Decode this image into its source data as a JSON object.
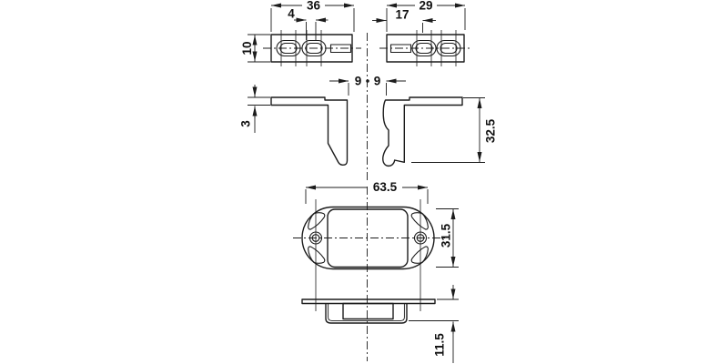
{
  "drawing": {
    "background_color": "#ffffff",
    "line_color": "#1c1c1c",
    "dimensions": {
      "left_plate_length": "36",
      "left_plate_slot_gap": "4",
      "plate_width": "10",
      "right_plate_length": "29",
      "right_plate_hole_offset": "17",
      "center_gap_left": "9",
      "center_gap_right": "9",
      "plate_thickness": "3",
      "bracket_height": "32.5",
      "housing_length": "63.5",
      "housing_width": "31.5",
      "housing_depth": "11.5"
    }
  }
}
